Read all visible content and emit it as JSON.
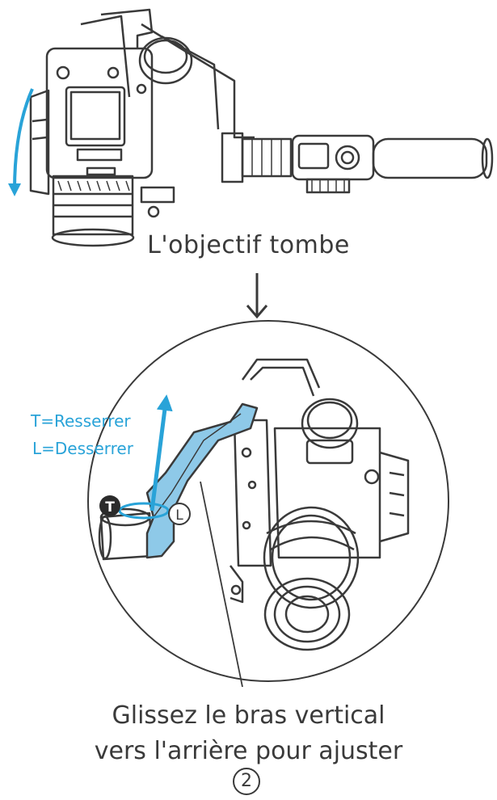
{
  "captions": {
    "top": "L'objectif tombe",
    "bottom_line_1": "Glissez le bras vertical",
    "bottom_line_2": "vers l'arrière pour ajuster",
    "step_number": "2"
  },
  "knob_labels": {
    "tighten": "T=Resserrer",
    "loosen": "L=Desserrer",
    "tighten_letter": "T",
    "loosen_letter": "L"
  },
  "colors": {
    "accent": "#29a3d8",
    "line": "#3a3a3a"
  },
  "icons": [
    "rotation-arrow-icon",
    "down-arrow-icon",
    "slide-up-arrow-icon",
    "tighten-knob-icon",
    "loosen-knob-icon"
  ]
}
